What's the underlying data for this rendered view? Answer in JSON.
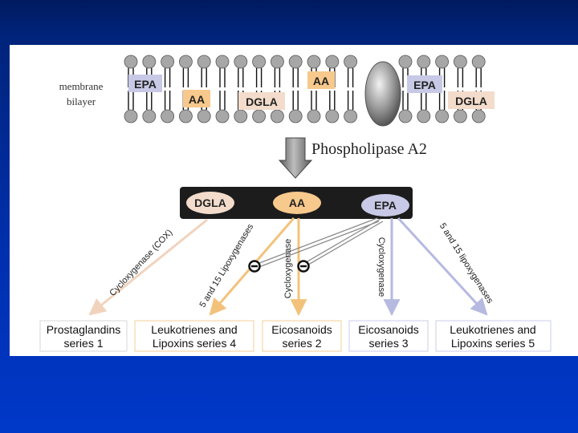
{
  "membrane": {
    "label_line1": "membrane",
    "label_line2": "bilayer",
    "tags": [
      {
        "text": "EPA",
        "kind": "epa"
      },
      {
        "text": "AA",
        "kind": "aa"
      },
      {
        "text": "DGLA",
        "kind": "dgla"
      },
      {
        "text": "AA",
        "kind": "aa"
      },
      {
        "text": "EPA",
        "kind": "epa"
      },
      {
        "text": "DGLA",
        "kind": "dgla"
      }
    ]
  },
  "enzyme": {
    "label": "Phospholipase A2"
  },
  "pool": {
    "items": [
      {
        "text": "DGLA",
        "kind": "dgla"
      },
      {
        "text": "AA",
        "kind": "aa"
      },
      {
        "text": "EPA",
        "kind": "epa"
      }
    ]
  },
  "pathways": [
    {
      "label": "Cycloxygenase (COX)"
    },
    {
      "label": "5  and 15 Lipoxygenases"
    },
    {
      "label": "Cycloxygenase"
    },
    {
      "label": "Cycloxygenase"
    },
    {
      "label": "5  and 15 lipoxygenases"
    }
  ],
  "products": [
    {
      "line1": "Prostaglandins",
      "line2": "series 1"
    },
    {
      "line1": "Leukotrienes and",
      "line2": "Lipoxins series 4"
    },
    {
      "line1": "Eicosanoids",
      "line2": "series 2"
    },
    {
      "line1": "Eicosanoids",
      "line2": "series 3"
    },
    {
      "line1": "Leukotrienes and",
      "line2": "Lipoxins series 5"
    }
  ],
  "colors": {
    "dgla": "#f3dccb",
    "aa": "#f7c98c",
    "epa": "#c7c9e6",
    "dgla_line": "#f1d3bd",
    "aa_line": "#f3c27a",
    "epa_line": "#b6b9e0",
    "lipid_head": "#a7a7a7",
    "pool_bar": "#1c1c1c"
  }
}
